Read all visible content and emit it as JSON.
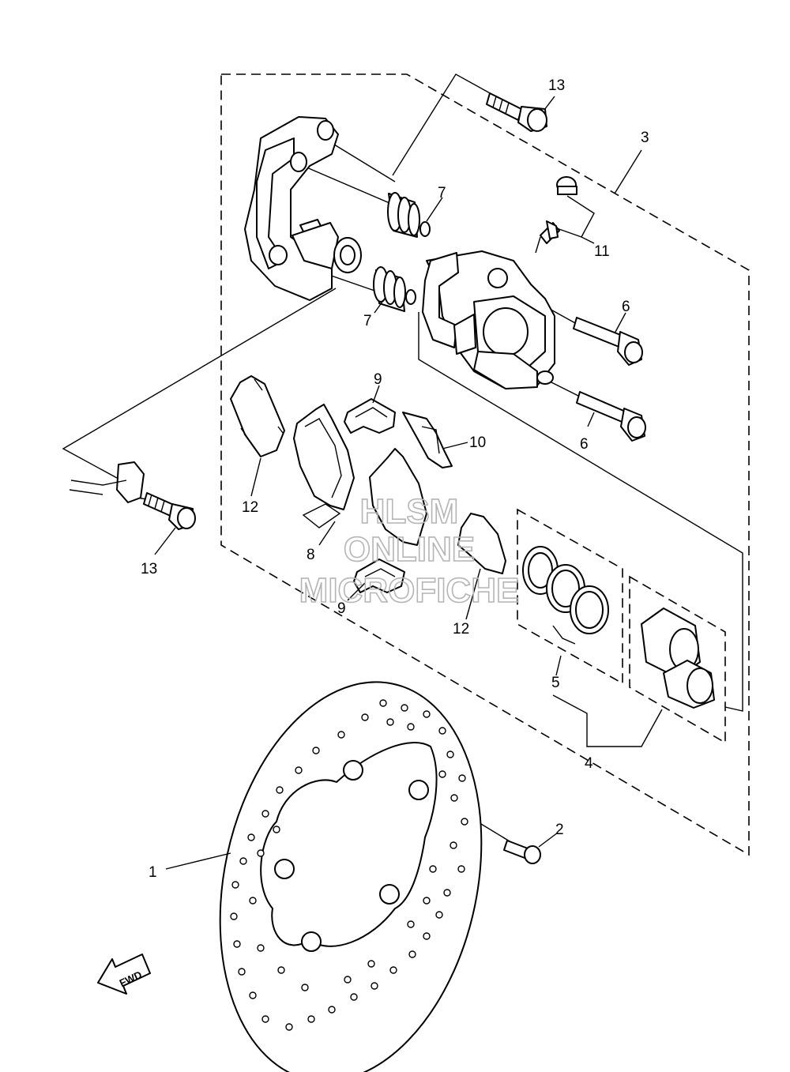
{
  "callouts": {
    "c1": "1",
    "c2": "2",
    "c3": "3",
    "c4": "4",
    "c5": "5",
    "c6a": "6",
    "c6b": "6",
    "c7a": "7",
    "c7b": "7",
    "c8": "8",
    "c9a": "9",
    "c9b": "9",
    "c10": "10",
    "c11": "11",
    "c12a": "12",
    "c12b": "12",
    "c13a": "13",
    "c13b": "13"
  },
  "watermark": {
    "line1": "HLSM",
    "line2": "ONLINE",
    "line3": "MICROFICHE"
  },
  "fwd_arrow": {
    "label": "FWD"
  }
}
